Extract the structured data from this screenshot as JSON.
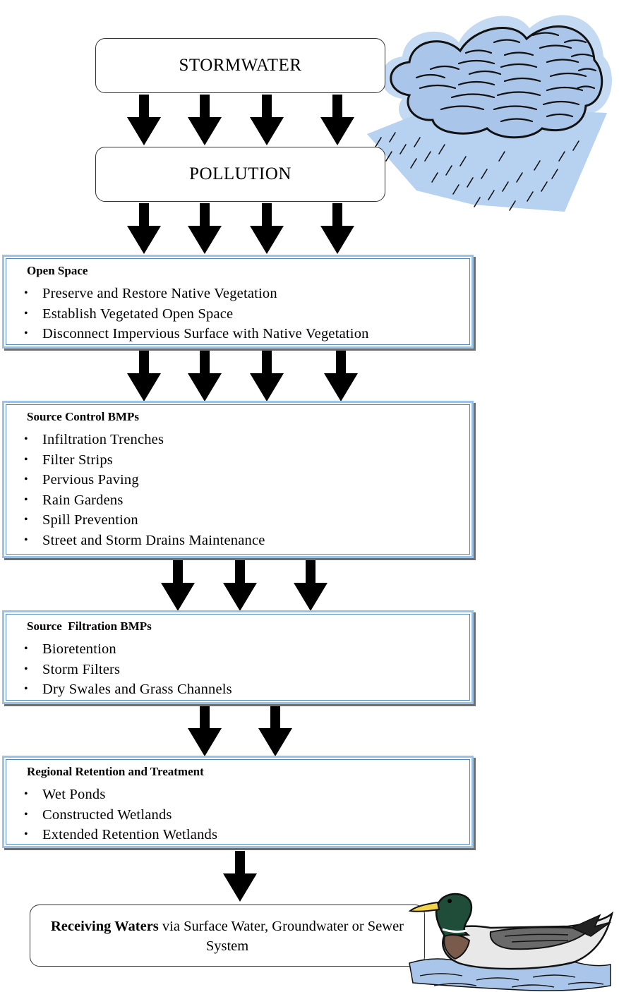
{
  "top_boxes": {
    "stormwater": "STORMWATER",
    "pollution": "POLLUTION"
  },
  "sections": [
    {
      "heading": "Open Space",
      "items": [
        "Preserve and Restore Native Vegetation",
        "Establish Vegetated Open Space",
        "Disconnect Impervious Surface with Native Vegetation"
      ]
    },
    {
      "heading": "Source Control BMPs",
      "items": [
        "Infiltration Trenches",
        "Filter Strips",
        "Pervious Paving",
        "Rain Gardens",
        "Spill Prevention",
        "Street and Storm Drains Maintenance"
      ]
    },
    {
      "heading": "Source  Filtration BMPs",
      "items": [
        "Bioretention",
        "Storm Filters",
        "Dry Swales and Grass Channels"
      ]
    },
    {
      "heading": "Regional Retention and Treatment",
      "items": [
        "Wet Ponds",
        "Constructed Wetlands",
        "Extended Retention Wetlands"
      ]
    }
  ],
  "receiving": {
    "bold": "Receiving Waters",
    "rest": " via Surface Water, Groundwater or Sewer System"
  },
  "illustrations": {
    "cloud": "rain-cloud-icon",
    "duck": "duck-icon"
  },
  "colors": {
    "box_border": "#9cc3e6",
    "box_inner_border": "#4e86c4",
    "cloud_fill": "#a9c6ea",
    "arrow": "#000000"
  }
}
